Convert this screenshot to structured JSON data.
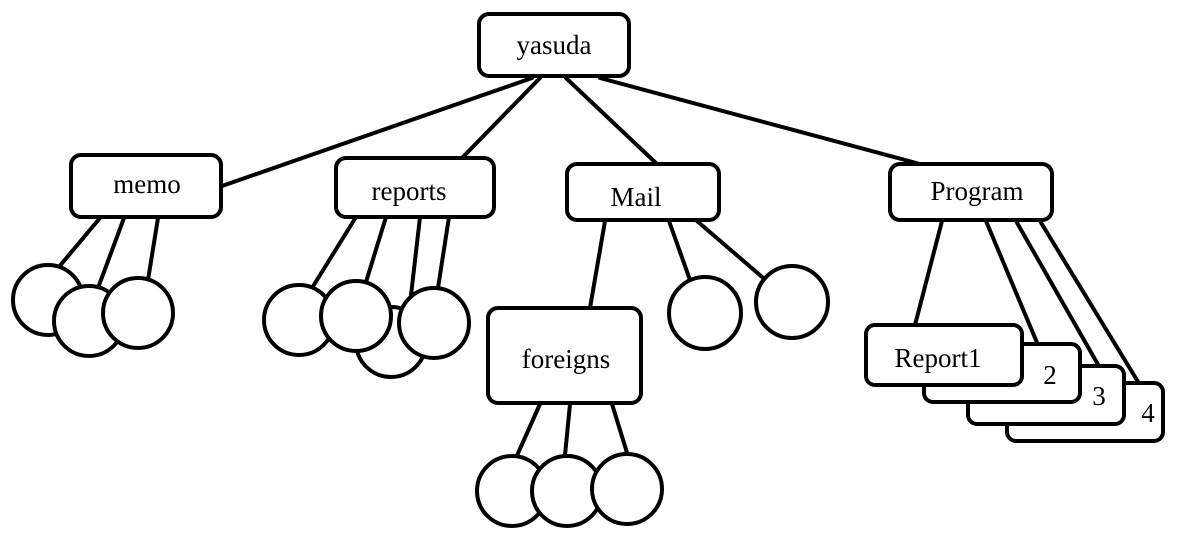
{
  "diagram": {
    "root": {
      "label": "yasuda"
    },
    "dirs": {
      "memo": {
        "label": "memo"
      },
      "reports": {
        "label": "reports"
      },
      "mail": {
        "label": "Mail"
      },
      "foreigns": {
        "label": "foreigns"
      },
      "program": {
        "label": "Program"
      }
    },
    "report_stack": [
      "Report1",
      "2",
      "3",
      "4"
    ]
  }
}
